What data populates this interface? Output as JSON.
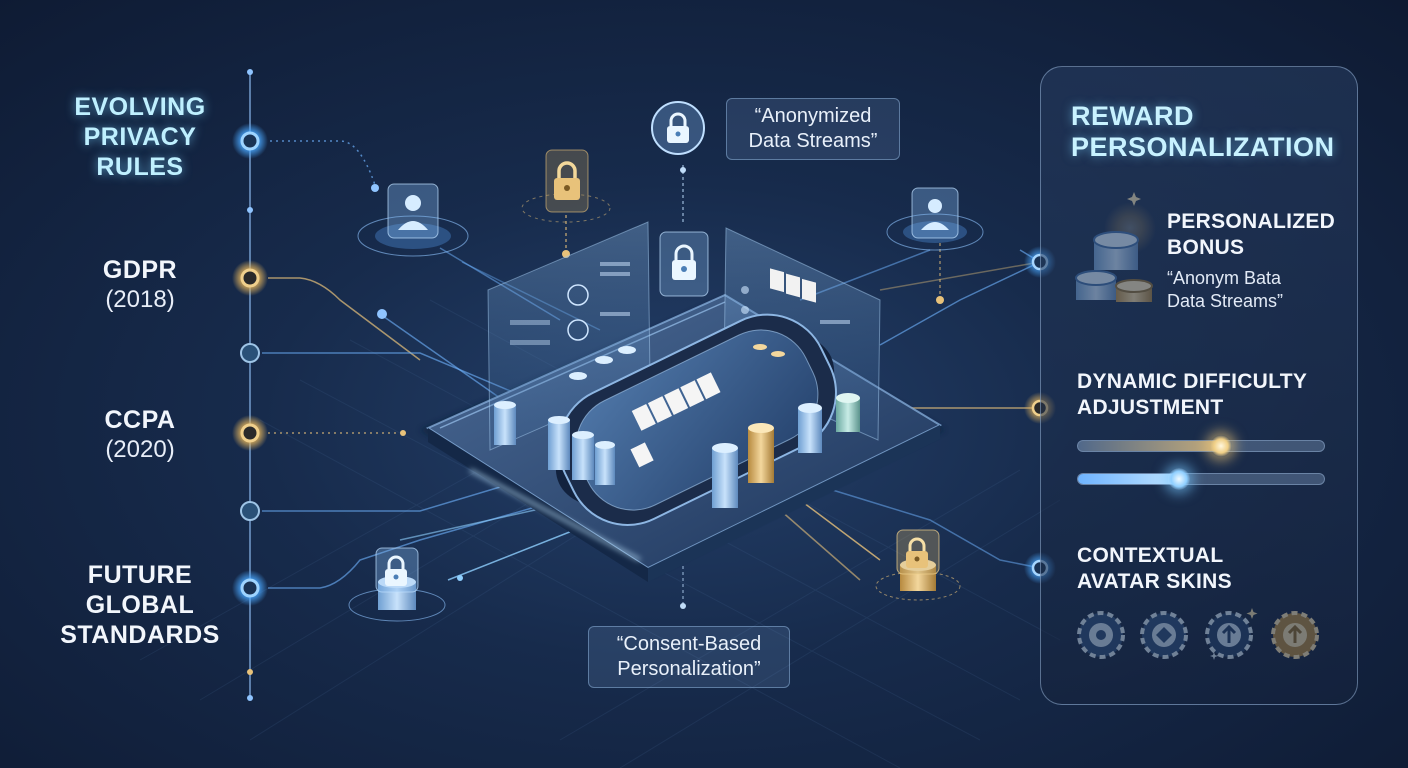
{
  "timeline": [
    {
      "title": "EVOLVING\nPRIVACY\nRULES",
      "year": "",
      "color": "#5ab8ff",
      "highlight": true
    },
    {
      "title": "GDPR",
      "year": "(2018)",
      "color": "#e8c27a",
      "highlight": false
    },
    {
      "title": "CCPA",
      "year": "(2020)",
      "color": "#e8c27a",
      "highlight": false
    },
    {
      "title": "FUTURE\nGLOBAL\nSTANDARDS",
      "year": "",
      "color": "#5ab8ff",
      "highlight": false
    }
  ],
  "callouts": {
    "anonymized": "“Anonymized\nData Streams”",
    "consent": "“Consent-Based\nPersonalization”"
  },
  "panel": {
    "title": "REWARD\nPERSONALIZATION",
    "bonus_title": "PERSONALIZED\nBONUS",
    "bonus_text": "“Anonym Bata\nData Streams”",
    "difficulty_title": "DYNAMIC DIFFICULTY\nADJUSTMENT",
    "slider1_level": 0.58,
    "slider2_level": 0.41,
    "skins_title": "CONTEXTUAL\nAVATAR SKINS"
  },
  "colors": {
    "accent_blue": "#5ab8ff",
    "accent_gold": "#e8c27a",
    "accent_cyan": "#bff0ff",
    "panel_border": "#a0bee1"
  }
}
